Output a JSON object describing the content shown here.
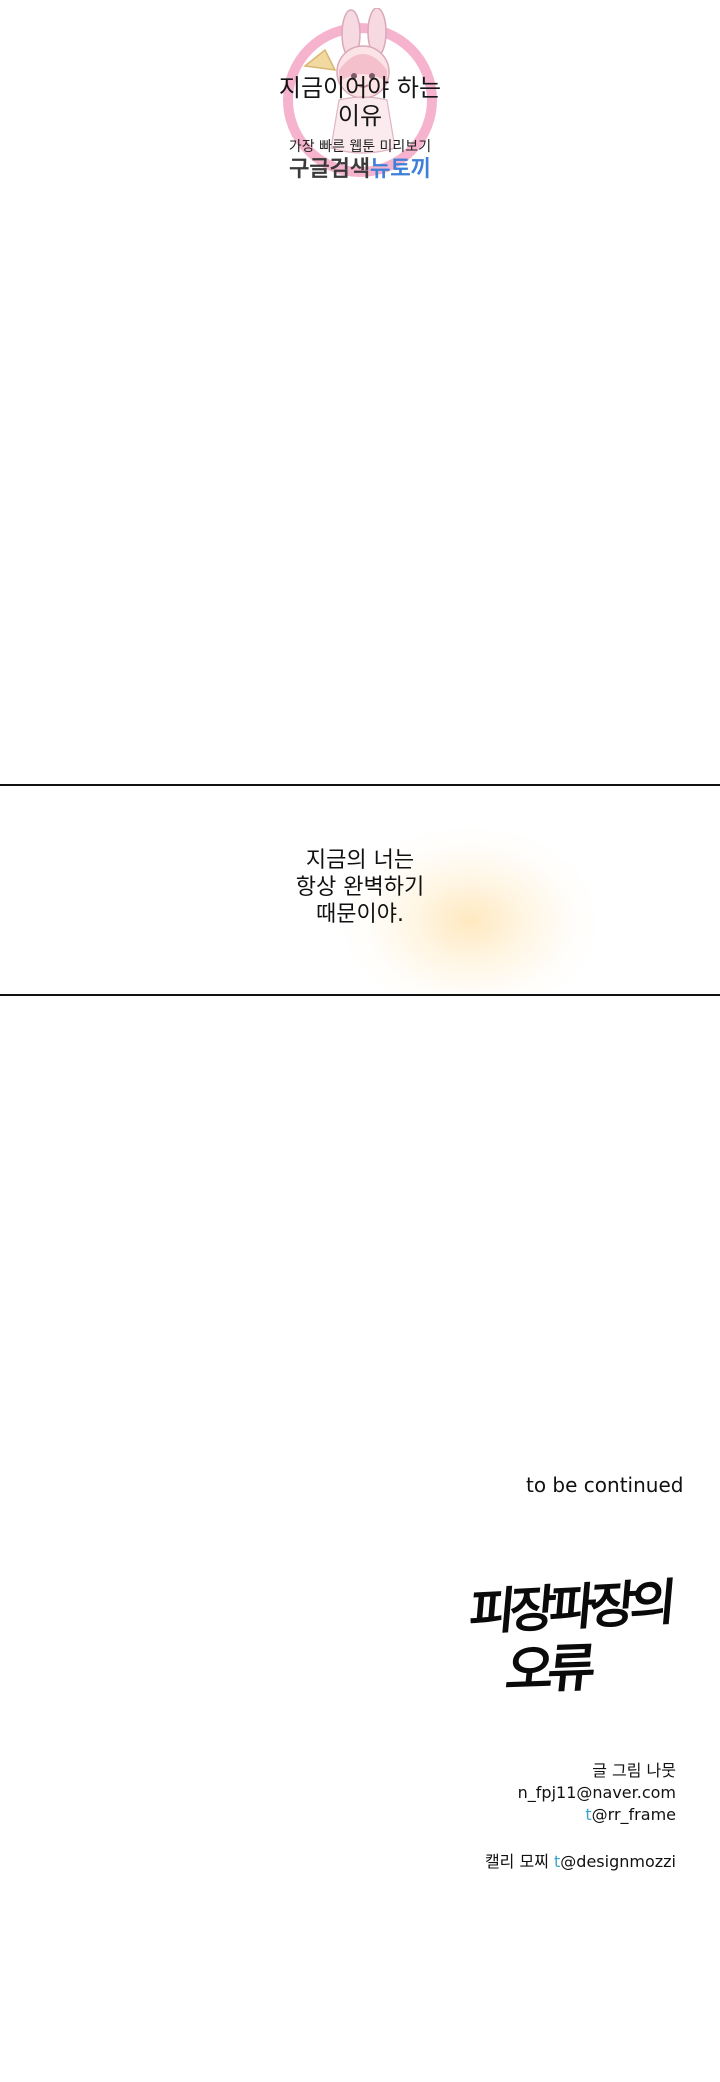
{
  "watermark": {
    "line1": "지금이어야 하는",
    "line2": "이유",
    "line3": "가장 빠른 웹툰 미리보기",
    "line4_a": "구글검색",
    "line4_b": "뉴토끼"
  },
  "panel": {
    "lines": [
      "지금의 너는",
      "항상 완벽하기",
      "때문이야."
    ]
  },
  "continued": "to be continued",
  "logo": {
    "line1": "피장파장의",
    "line2": "오류"
  },
  "credits": {
    "writer_artist": "글 그림 나뭇",
    "email": "n_fpj11@naver.com",
    "twitter_prefix": "t",
    "twitter_handle": "@rr_frame",
    "calligraphy_label": "캘리 모찌",
    "calligraphy_prefix": "t",
    "calligraphy_handle": "@designmozzi"
  },
  "colors": {
    "background": "#ffffff",
    "text": "#111111",
    "twitter_accent": "#3ba6c8",
    "glow": "#ffd68c"
  }
}
